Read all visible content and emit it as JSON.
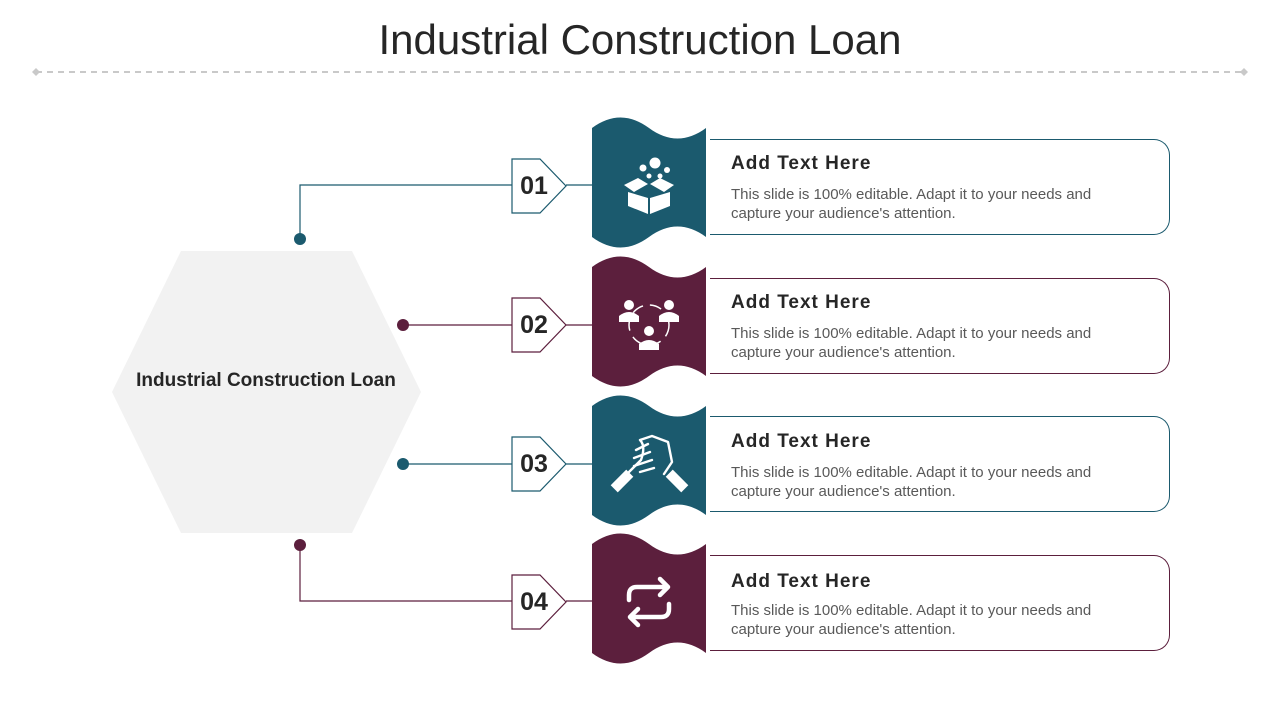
{
  "title": "Industrial Construction Loan",
  "center_label": "Industrial Construction Loan",
  "colors": {
    "teal": "#1b5a6e",
    "plum": "#5c1f3d",
    "hex_fill": "#f2f2f2",
    "divider": "#c9c9c9"
  },
  "steps": [
    {
      "number": "01",
      "heading": "Add Text Here",
      "body": "This slide is 100% editable. Adapt it to your needs and capture your audience's attention.",
      "icon": "box-icon",
      "color": "teal"
    },
    {
      "number": "02",
      "heading": "Add Text Here",
      "body": "This slide is 100% editable. Adapt it to your needs and capture your audience's attention.",
      "icon": "team-network-icon",
      "color": "plum"
    },
    {
      "number": "03",
      "heading": "Add Text Here",
      "body": "This slide is 100% editable. Adapt it to your needs and capture your audience's attention.",
      "icon": "handshake-icon",
      "color": "teal"
    },
    {
      "number": "04",
      "heading": "Add Text Here",
      "body": "This slide is 100% editable. Adapt it to your needs and capture your audience's attention.",
      "icon": "exchange-arrows-icon",
      "color": "plum"
    }
  ]
}
